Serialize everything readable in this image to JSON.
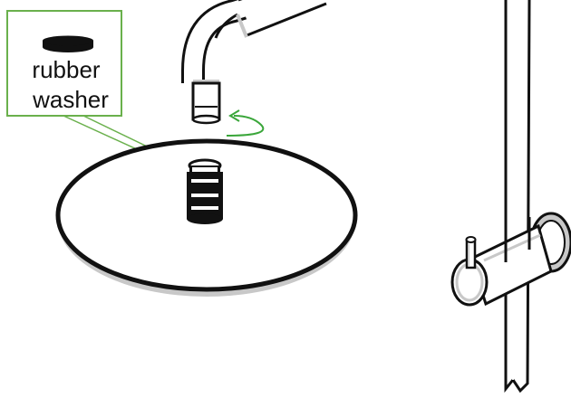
{
  "diagram": {
    "callout": {
      "line1": "rubber",
      "line2": "washer"
    },
    "parts": [
      {
        "name": "shower-arm",
        "description_visible": false
      },
      {
        "name": "rain-shower-head",
        "description_visible": false
      },
      {
        "name": "threaded-connector",
        "description_visible": false
      },
      {
        "name": "slide-rail",
        "description_visible": false
      },
      {
        "name": "holder-bracket",
        "description_visible": false
      }
    ]
  },
  "colors": {
    "callout_border": "#6ab04c",
    "arrow": "#3aa63a",
    "line": "#111111",
    "shade": "#c8c8c8"
  }
}
